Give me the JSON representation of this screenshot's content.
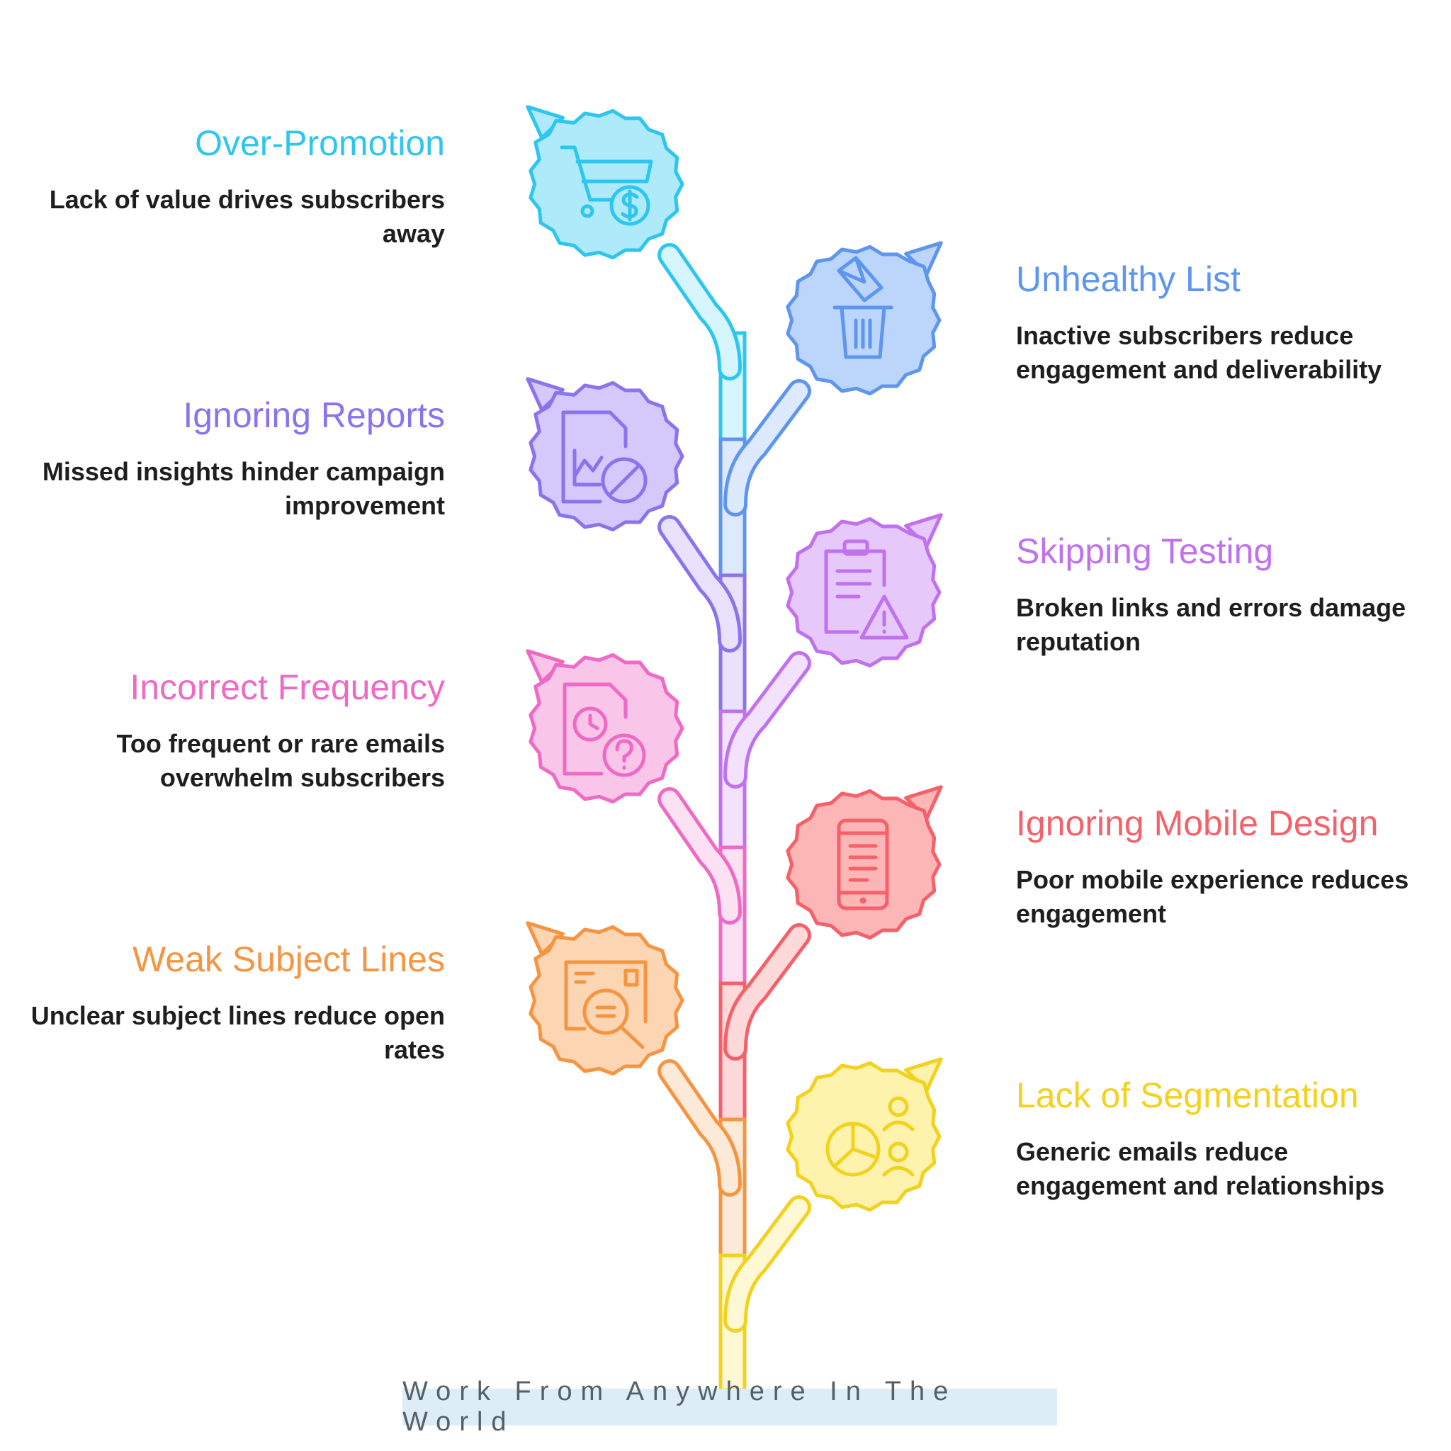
{
  "items": [
    {
      "key": "over-promotion",
      "side": "left",
      "title": "Over-Promotion",
      "description": "Lack of value drives subscribers away",
      "color": "#2ec6ef",
      "fill": "#aeeaf9",
      "branch_light": "#d6f5fd",
      "icon": "shopping-cart-dollar-icon"
    },
    {
      "key": "unhealthy-list",
      "side": "right",
      "title": "Unhealthy List",
      "description": "Inactive subscribers reduce engagement and deliverability",
      "color": "#5e96ee",
      "fill": "#bcd5fb",
      "branch_light": "#dde9fd",
      "icon": "envelope-trash-icon"
    },
    {
      "key": "ignoring-reports",
      "side": "left",
      "title": "Ignoring Reports",
      "description": "Missed insights hinder campaign improvement",
      "color": "#8a74ec",
      "fill": "#d3c9fb",
      "branch_light": "#e8e2fd",
      "icon": "report-blocked-icon"
    },
    {
      "key": "skipping-testing",
      "side": "right",
      "title": "Skipping Testing",
      "description": "Broken links and errors damage reputation",
      "color": "#c072ee",
      "fill": "#e6c8fb",
      "branch_light": "#f2e2fd",
      "icon": "clipboard-warning-icon"
    },
    {
      "key": "incorrect-frequency",
      "side": "left",
      "title": "Incorrect Frequency",
      "description": "Too frequent or rare emails overwhelm subscribers",
      "color": "#ee6ac5",
      "fill": "#f9c5e8",
      "branch_light": "#fce1f3",
      "icon": "document-clock-question-icon"
    },
    {
      "key": "ignoring-mobile-design",
      "side": "right",
      "title": "Ignoring Mobile Design",
      "description": "Poor mobile experience reduces engagement",
      "color": "#f5616a",
      "fill": "#fcb6b6",
      "branch_light": "#fdd9d9",
      "icon": "mobile-phone-icon"
    },
    {
      "key": "weak-subject-lines",
      "side": "left",
      "title": "Weak Subject Lines",
      "description": "Unclear subject lines reduce open rates",
      "color": "#f59542",
      "fill": "#fcd5b3",
      "branch_light": "#fde9d8",
      "icon": "envelope-search-icon"
    },
    {
      "key": "lack-of-segmentation",
      "side": "right",
      "title": "Lack of Segmentation",
      "description": "Generic emails reduce engagement and relationships",
      "color": "#f2d21e",
      "fill": "#fdf3ad",
      "branch_light": "#fef8d5",
      "icon": "pie-chart-people-icon"
    }
  ],
  "footer": {
    "text": "Work From Anywhere In The World"
  }
}
